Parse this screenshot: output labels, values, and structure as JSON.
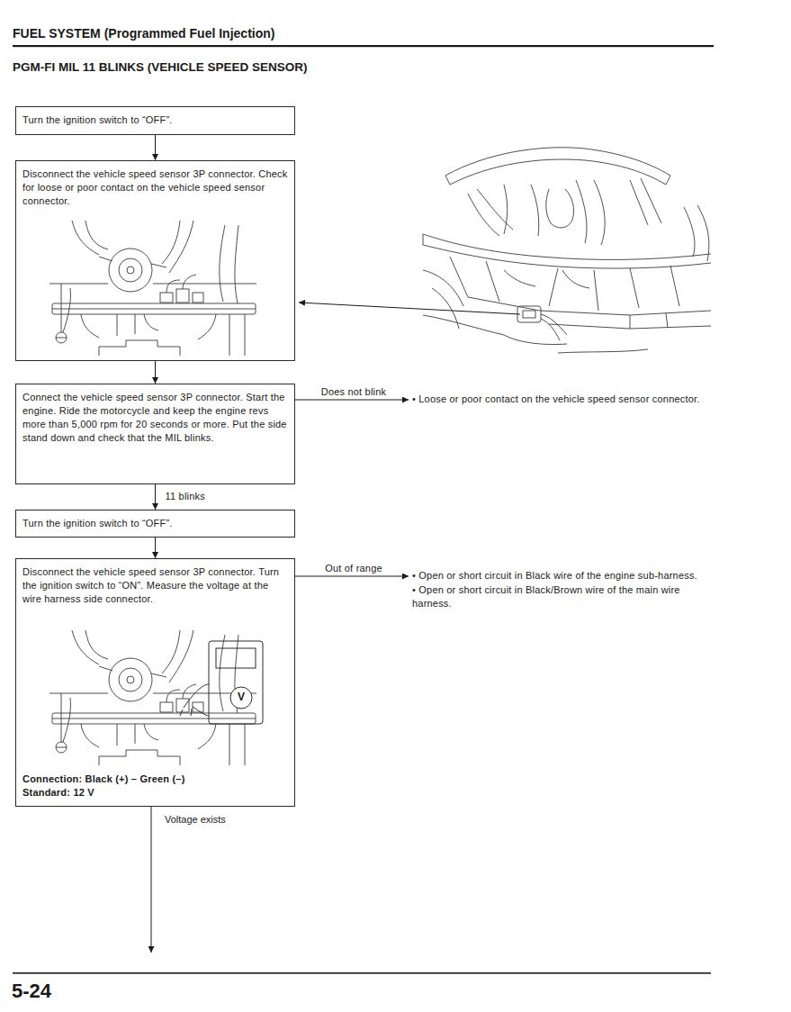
{
  "diagram": {
    "title": "PGM-FI MIL 11 BLINKS (VEHICLE SPEED SENSOR)",
    "nodes": [
      {
        "text": [
          "Turn the ignition switch to “OFF”."
        ]
      },
      {
        "text": [
          "Disconnect the vehicle speed sensor 3P connector. Check for loose or poor contact on the vehicle speed sensor connector."
        ]
      },
      {
        "text": [
          "Connect the vehicle speed sensor 3P connector. Start the engine. Ride the motorcycle and keep the engine revs more than 5,000 rpm for 20 seconds or more. Put the side stand down and check that the MIL blinks."
        ]
      },
      {
        "text": [
          "• Loose or poor contact on the vehicle speed sensor connector."
        ]
      },
      {
        "text": [
          "Turn the ignition switch to “OFF”."
        ]
      },
      {
        "text": [
          "Disconnect the vehicle speed sensor 3P connector. Turn the ignition switch to “ON”. Measure the voltage at the wire harness side connector.",
          "Connection: Black (+) – Green (–)",
          "Standard: 12 V"
        ]
      },
      {
        "text": [
          "• Open or short circuit in Black wire of the engine sub-harness.",
          "• Open or short circuit in Black/Brown wire of the main wire harness."
        ]
      }
    ],
    "edges": [
      {
        "from": 0,
        "to": 1,
        "arrow": "to"
      },
      {
        "from": 1,
        "to": 2,
        "arrow": "to"
      },
      {
        "from": 2,
        "to": 3,
        "label": "Does not blink",
        "arrow": "to"
      },
      {
        "from": 2,
        "to": 4,
        "label": "11 blinks",
        "arrow": "to"
      },
      {
        "from": 4,
        "to": 5,
        "arrow": "to"
      },
      {
        "from": 5,
        "to": 6,
        "label": "Out of range",
        "arrow": "to"
      }
    ],
    "labels": [
      "FUEL SYSTEM (Programmed Fuel Injection)",
      "V",
      "Voltage exists",
      "5-24"
    ]
  }
}
